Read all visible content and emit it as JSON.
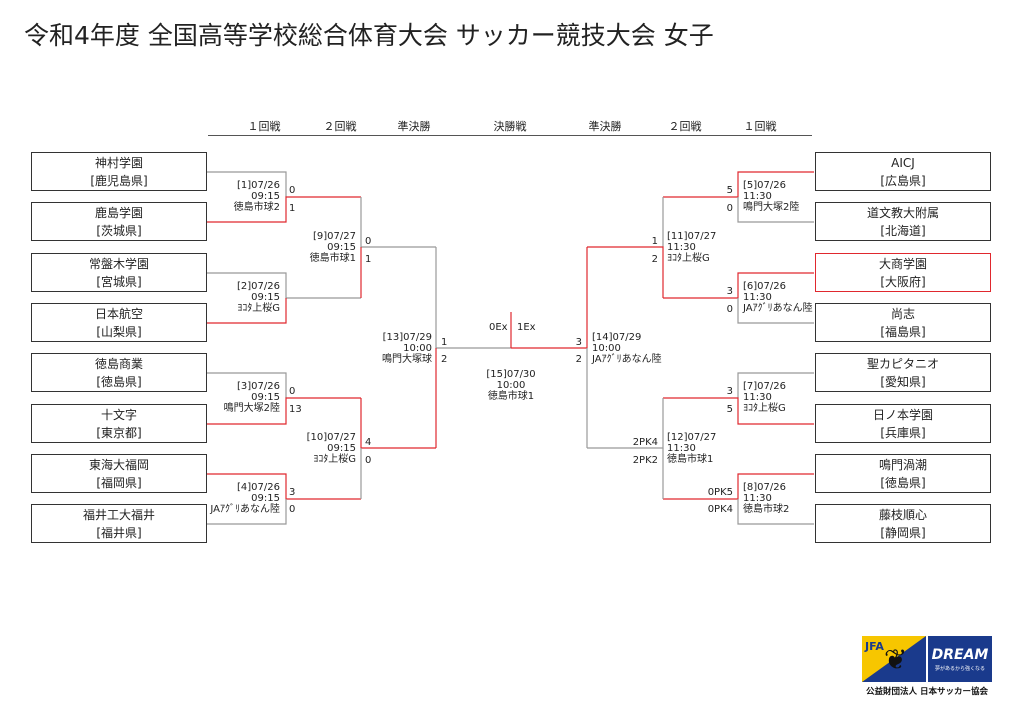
{
  "title": "令和4年度 全国高等学校総合体育大会 サッカー競技大会 女子",
  "rounds": [
    "１回戦",
    "２回戦",
    "準決勝",
    "決勝戦",
    "準決勝",
    "２回戦",
    "１回戦"
  ],
  "teams": [
    {
      "name": "神村学園",
      "pref": "[鹿児島県]"
    },
    {
      "name": "鹿島学園",
      "pref": "[茨城県]"
    },
    {
      "name": "常盤木学園",
      "pref": "[宮城県]"
    },
    {
      "name": "日本航空",
      "pref": "[山梨県]"
    },
    {
      "name": "徳島商業",
      "pref": "[徳島県]"
    },
    {
      "name": "十文字",
      "pref": "[東京都]"
    },
    {
      "name": "東海大福岡",
      "pref": "[福岡県]"
    },
    {
      "name": "福井工大福井",
      "pref": "[福井県]"
    },
    {
      "name": "AICJ",
      "pref": "[広島県]"
    },
    {
      "name": "道文教大附属",
      "pref": "[北海道]"
    },
    {
      "name": "大商学園",
      "pref": "[大阪府]"
    },
    {
      "name": "尚志",
      "pref": "[福島県]"
    },
    {
      "name": "聖カピタニオ",
      "pref": "[愛知県]"
    },
    {
      "name": "日ノ本学園",
      "pref": "[兵庫県]"
    },
    {
      "name": "鳴門渦潮",
      "pref": "[徳島県]"
    },
    {
      "name": "藤枝順心",
      "pref": "[静岡県]"
    }
  ],
  "matches": {
    "m1": {
      "no": "[1]07/26",
      "time": "09:15",
      "venue": "徳島市球2",
      "s1": "0",
      "s2": "1"
    },
    "m2": {
      "no": "[2]07/26",
      "time": "09:15",
      "venue": "ﾖｺﾀ上桜G"
    },
    "m3": {
      "no": "[3]07/26",
      "time": "09:15",
      "venue": "鳴門大塚2陸",
      "s1": "0",
      "s2": "13"
    },
    "m4": {
      "no": "[4]07/26",
      "time": "09:15",
      "venue": "JAｱｸﾞﾘあなん陸",
      "s1": "3",
      "s2": "0"
    },
    "m5": {
      "no": "[5]07/26",
      "time": "11:30",
      "venue": "鳴門大塚2陸",
      "s1": "5",
      "s2": "0"
    },
    "m6": {
      "no": "[6]07/26",
      "time": "11:30",
      "venue": "JAｱｸﾞﾘあなん陸",
      "s1": "3",
      "s2": "0"
    },
    "m7": {
      "no": "[7]07/26",
      "time": "11:30",
      "venue": "ﾖｺﾀ上桜G",
      "s1": "3",
      "s2": "5"
    },
    "m8": {
      "no": "[8]07/26",
      "time": "11:30",
      "venue": "徳島市球2",
      "s1": "0PK5",
      "s2": "0PK4"
    },
    "m9": {
      "no": "[9]07/27",
      "time": "09:15",
      "venue": "徳島市球1",
      "s1": "0",
      "s2": "1"
    },
    "m10": {
      "no": "[10]07/27",
      "time": "09:15",
      "venue": "ﾖｺﾀ上桜G",
      "s1": "4",
      "s2": "0"
    },
    "m11": {
      "no": "[11]07/27",
      "time": "11:30",
      "venue": "ﾖｺﾀ上桜G",
      "s1": "1",
      "s2": "2"
    },
    "m12": {
      "no": "[12]07/27",
      "time": "11:30",
      "venue": "徳島市球1",
      "s1": "2PK4",
      "s2": "2PK2"
    },
    "m13": {
      "no": "[13]07/29",
      "time": "10:00",
      "venue": "鳴門大塚球",
      "s1": "1",
      "s2": "2"
    },
    "m14": {
      "no": "[14]07/29",
      "time": "10:00",
      "venue": "JAｱｸﾞﾘあなん陸",
      "s1": "3",
      "s2": "2"
    },
    "m15": {
      "no": "[15]07/30",
      "time": "10:00",
      "venue": "徳島市球1",
      "s1": "0Ex",
      "s2": "1Ex"
    }
  },
  "logo": {
    "jfa": "JFA",
    "dream": "DREAM",
    "dream_sub": "夢があるから強くなる",
    "org": "公益財団法人 日本サッカー協会"
  },
  "colors": {
    "win": "#e0282e",
    "line": "#999999"
  }
}
